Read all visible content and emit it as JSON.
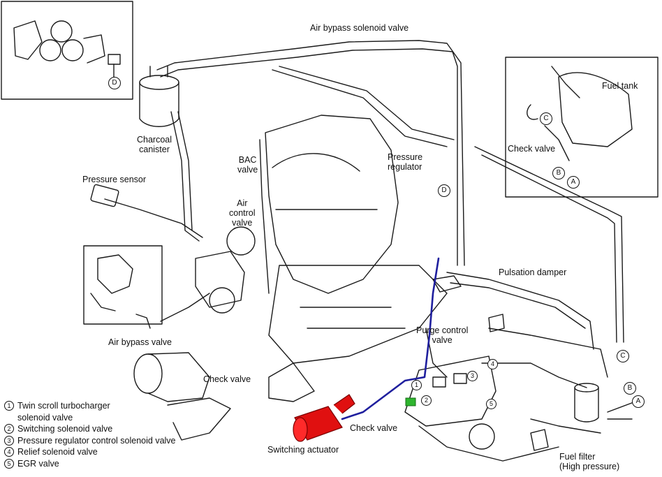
{
  "labels": {
    "air_bypass_solenoid_valve": "Air bypass solenoid valve",
    "charcoal_canister": "Charcoal\ncanister",
    "bac_valve": "BAC\nvalve",
    "pressure_regulator": "Pressure\nregulator",
    "pressure_sensor": "Pressure sensor",
    "air_control_valve": "Air\ncontrol\nvalve",
    "fuel_tank": "Fuel tank",
    "check_valve_tank": "Check valve",
    "pulsation_damper": "Pulsation damper",
    "purge_control_valve": "Purge control\nvalve",
    "air_bypass_valve": "Air bypass valve",
    "check_valve_left": "Check valve",
    "check_valve_bottom": "Check valve",
    "switching_actuator": "Switching actuator",
    "fuel_filter": "Fuel filter\n(High pressure)"
  },
  "callouts": {
    "A": "A",
    "B": "B",
    "C": "C",
    "D": "D"
  },
  "legend": [
    {
      "num": "1",
      "text": "Twin scroll turbocharger\nsolenoid valve"
    },
    {
      "num": "2",
      "text": "Switching solenoid valve"
    },
    {
      "num": "3",
      "text": "Pressure regulator control solenoid valve"
    },
    {
      "num": "4",
      "text": "Relief solenoid valve"
    },
    {
      "num": "5",
      "text": "EGR valve"
    }
  ],
  "colors": {
    "line": "#1a1a1a",
    "vacuum_hose_highlight": "#1f1f9e",
    "switching_actuator_fill": "#e01010",
    "solenoid_highlight": "#2fb52f"
  }
}
